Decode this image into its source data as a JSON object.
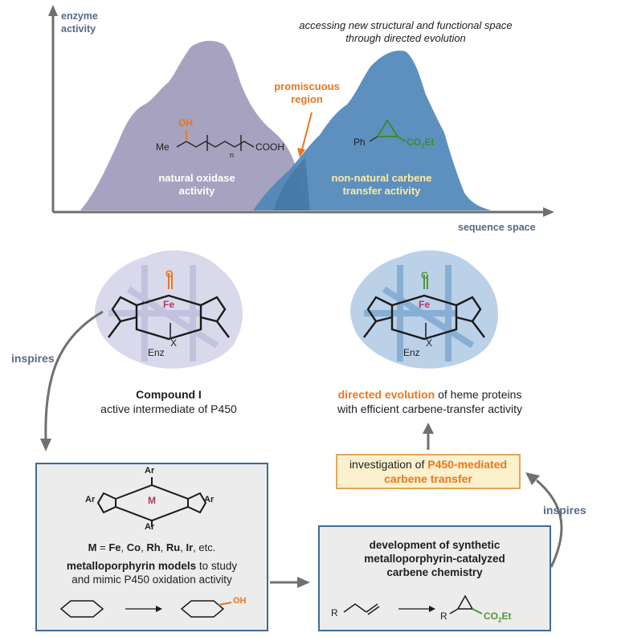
{
  "top_panel": {
    "y_axis_label": [
      "enzyme",
      "activity"
    ],
    "x_axis_label": "sequence space",
    "caption": [
      "accessing new structural and functional space",
      "through directed evolution"
    ],
    "promiscuous": [
      "promiscuous",
      "region"
    ],
    "natural_label": [
      "natural oxidase",
      "activity"
    ],
    "nonnatural_label": [
      "non-natural carbene",
      "transfer activity"
    ],
    "natural_molecule": {
      "oh": "OH",
      "me": "Me",
      "n": "n",
      "cooh": "COOH"
    },
    "carbene_molecule": {
      "ph": "Ph",
      "co2et": "CO",
      "sub": "2",
      "et": "Et"
    }
  },
  "left_heme": {
    "title": "Compound  I",
    "subtitle": "active intermediate of P450",
    "metal": "Fe",
    "axial": "O",
    "x": "X",
    "enz": "Enz",
    "cation": "+•"
  },
  "right_heme": {
    "title_orange": "directed evolution",
    "title_rest": " of heme proteins",
    "subtitle": "with efficient carbene-transfer activity",
    "metal": "Fe",
    "axial": "C",
    "x": "X",
    "enz": "Enz"
  },
  "inspires_left": "inspires",
  "inspires_right": "inspires",
  "left_box": {
    "porphyrin": {
      "ar": "Ar",
      "metal": "M"
    },
    "metals_line": {
      "prefix": "M = ",
      "list": [
        "Fe",
        "Co",
        "Rh",
        "Ru",
        "Ir"
      ],
      "suffix": ", etc."
    },
    "title_bold": "metalloporphyrin models",
    "title_rest": " to study",
    "line2": "and mimic P450 oxidation activity",
    "oh": "OH"
  },
  "yellow_box": {
    "prefix": "investigation of ",
    "highlight1": "P450-mediated",
    "highlight2": "carbene transfer"
  },
  "right_box": {
    "lines": [
      "development of synthetic",
      "metalloporphyrin-catalyzed",
      "carbene chemistry"
    ],
    "r": "R",
    "co2et": "CO",
    "sub": "2",
    "et": "Et"
  },
  "colors": {
    "natural": "#a09cbb",
    "nonnatural": "#4f86b8",
    "orange": "#e87722",
    "box_border": "#3d6d97",
    "arrow": "#6b6b6b",
    "label": "#566a86",
    "green": "#4e9a30",
    "metal": "#b0366b"
  }
}
